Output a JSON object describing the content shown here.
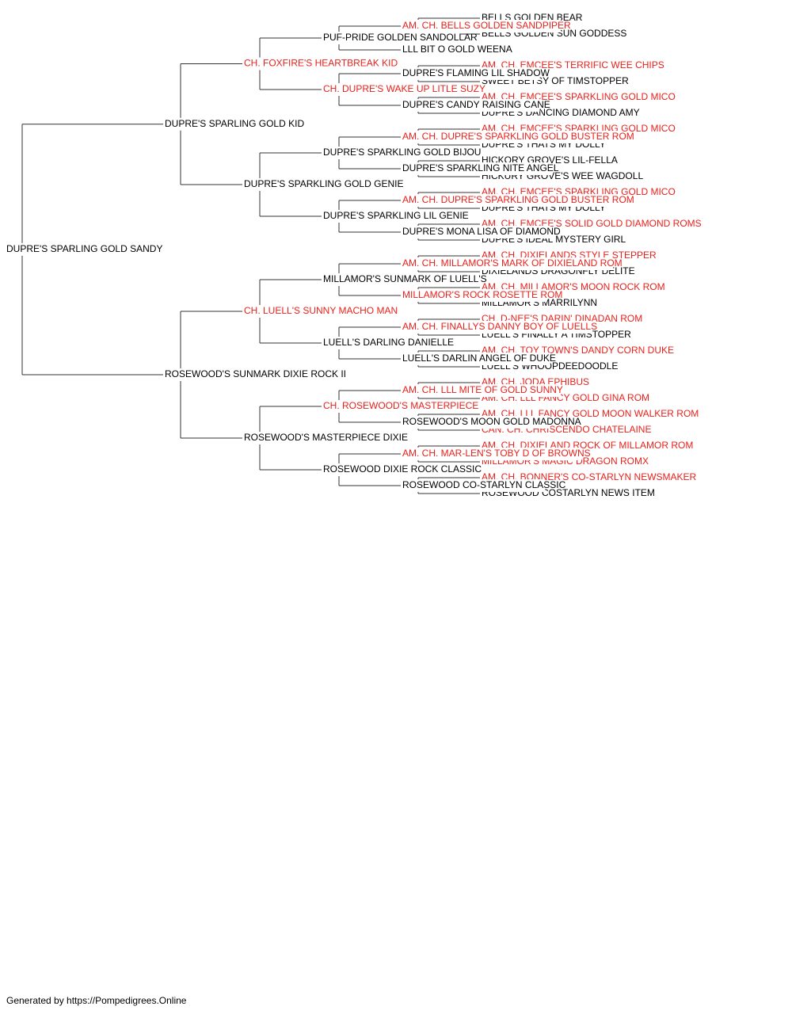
{
  "pedigree": {
    "name": "DUPRE'S SPARLING GOLD SANDY",
    "titled": false,
    "sire": {
      "name": "DUPRE'S SPARLING GOLD KID",
      "titled": false,
      "sire": {
        "name": "CH. FOXFIRE'S HEARTBREAK KID",
        "titled": true,
        "sire": {
          "name": "PUF-PRIDE GOLDEN SANDOLLAR",
          "titled": false,
          "sire": {
            "name": "AM. CH. BELLS GOLDEN SANDPIPER",
            "titled": true,
            "sire": {
              "name": "BELLS GOLDEN BEAR",
              "titled": false
            },
            "dam": {
              "name": "BELLS GOLDEN SUN GODDESS",
              "titled": false
            }
          },
          "dam": {
            "name": "LLL BIT O GOLD WEENA",
            "titled": false
          }
        },
        "dam": {
          "name": "CH. DUPRE'S WAKE UP LITLE SUZY",
          "titled": true,
          "sire": {
            "name": "DUPRE'S FLAMING LIL SHADOW",
            "titled": false,
            "sire": {
              "name": "AM. CH. EMCEE'S TERRIFIC WEE CHIPS",
              "titled": true
            },
            "dam": {
              "name": "SWEET BETSY OF TIMSTOPPER",
              "titled": false
            }
          },
          "dam": {
            "name": "DUPRE'S CANDY RAISING CANE",
            "titled": false,
            "sire": {
              "name": "AM. CH. EMCEE'S SPARKLING GOLD MICO",
              "titled": true
            },
            "dam": {
              "name": "DUPRE'S DANCING DIAMOND AMY",
              "titled": false
            }
          }
        }
      },
      "dam": {
        "name": "DUPRE'S SPARKLING GOLD GENIE",
        "titled": false,
        "sire": {
          "name": "DUPRE'S SPARKLING GOLD BIJOU",
          "titled": false,
          "sire": {
            "name": "AM. CH. DUPRE'S SPARKLING GOLD BUSTER ROM",
            "titled": true,
            "sire": {
              "name": "AM. CH. EMCEE'S SPARKLING GOLD MICO",
              "titled": true
            },
            "dam": {
              "name": "DUPRE'S THATS MY DOLLY",
              "titled": false
            }
          },
          "dam": {
            "name": "DUPRE'S SPARKLING NITE ANGEL",
            "titled": false,
            "sire": {
              "name": "HICKORY GROVE'S LIL-FELLA",
              "titled": false
            },
            "dam": {
              "name": "HICKURY GROVE'S WEE WAGDOLL",
              "titled": false
            }
          }
        },
        "dam": {
          "name": "DUPRE'S SPARKLING LIL GENIE",
          "titled": false,
          "sire": {
            "name": "AM. CH. DUPRE'S SPARKLING GOLD BUSTER ROM",
            "titled": true,
            "sire": {
              "name": "AM. CH. EMCEE'S SPARKLING GOLD MICO",
              "titled": true
            },
            "dam": {
              "name": "DUPRE'S THATS MY DOLLY",
              "titled": false
            }
          },
          "dam": {
            "name": "DUPRE'S MONA LISA OF DIAMOND",
            "titled": false,
            "sire": {
              "name": "AM. CH. EMCEE'S SOLID GOLD DIAMOND ROMS",
              "titled": true
            },
            "dam": {
              "name": "DUPRE'S IDEAL MYSTERY GIRL",
              "titled": false
            }
          }
        }
      }
    },
    "dam": {
      "name": "ROSEWOOD'S SUNMARK DIXIE ROCK II",
      "titled": false,
      "sire": {
        "name": "CH. LUELL'S SUNNY MACHO MAN",
        "titled": true,
        "sire": {
          "name": "MILLAMOR'S SUNMARK OF LUELL'S",
          "titled": false,
          "sire": {
            "name": "AM. CH. MILLAMOR'S MARK OF DIXIELAND ROM",
            "titled": true,
            "sire": {
              "name": "AM. CH. DIXIELANDS STYLE STEPPER",
              "titled": true
            },
            "dam": {
              "name": "DIXIELANDS DRAGONFLY DELITE",
              "titled": false
            }
          },
          "dam": {
            "name": "MILLAMOR'S ROCK ROSETTE ROM",
            "titled": true,
            "sire": {
              "name": "AM. CH. MILLAMOR'S MOON ROCK ROM",
              "titled": true
            },
            "dam": {
              "name": "MILLAMOR'S MARRILYNN",
              "titled": false
            }
          }
        },
        "dam": {
          "name": "LUELL'S DARLING DANIELLE",
          "titled": false,
          "sire": {
            "name": "AM. CH. FINALLYS DANNY BOY OF LUELLS",
            "titled": true,
            "sire": {
              "name": "CH. D-NEE'S DARIN' DINADAN ROM",
              "titled": true
            },
            "dam": {
              "name": "LUELL'S FINALLY A TIMSTOPPER",
              "titled": false
            }
          },
          "dam": {
            "name": "LUELL'S DARLIN ANGEL OF DUKE",
            "titled": false,
            "sire": {
              "name": "AM. CH. TOY TOWN'S DANDY CORN DUKE",
              "titled": true
            },
            "dam": {
              "name": "LUELL'S WHOOPDEEDOODLE",
              "titled": false
            }
          }
        }
      },
      "dam": {
        "name": "ROSEWOOD'S MASTERPIECE DIXIE",
        "titled": false,
        "sire": {
          "name": "CH. ROSEWOOD'S MASTERPIECE",
          "titled": true,
          "sire": {
            "name": "AM. CH. LLL MITE OF GOLD SUNNY",
            "titled": true,
            "sire": {
              "name": "AM. CH. JODA EPHIBUS",
              "titled": true
            },
            "dam": {
              "name": "AM. CH. LLL FANCY GOLD GINA ROM",
              "titled": true
            }
          },
          "dam": {
            "name": "ROSEWOOD'S MOON GOLD MADONNA",
            "titled": false,
            "sire": {
              "name": "AM. CH. LLL FANCY GOLD MOON WALKER ROM",
              "titled": true
            },
            "dam": {
              "name": "CAN. CH. CHRISCENDO CHATELAINE",
              "titled": true
            }
          }
        },
        "dam": {
          "name": "ROSEWOOD DIXIE ROCK CLASSIC",
          "titled": false,
          "sire": {
            "name": "AM. CH. MAR-LEN'S TOBY D OF BROWNS",
            "titled": true,
            "sire": {
              "name": "AM. CH. DIXIELAND ROCK OF MILLAMOR ROM",
              "titled": true
            },
            "dam": {
              "name": "MILLAMOR'S MAGIC DRAGON ROMX",
              "titled": true
            }
          },
          "dam": {
            "name": "ROSEWOOD CO-STARLYN CLASSIC",
            "titled": false,
            "sire": {
              "name": "AM. CH. BONNER'S CO-STARLYN NEWSMAKER",
              "titled": true
            },
            "dam": {
              "name": "ROSEWOOD COSTARLYN NEWS ITEM",
              "titled": false
            }
          }
        }
      }
    }
  },
  "colors": {
    "titled": "#e8211c",
    "untitled": "#000000",
    "connector": "#333333"
  },
  "footer": {
    "text": "Generated by https://Pompedigrees.Online"
  }
}
